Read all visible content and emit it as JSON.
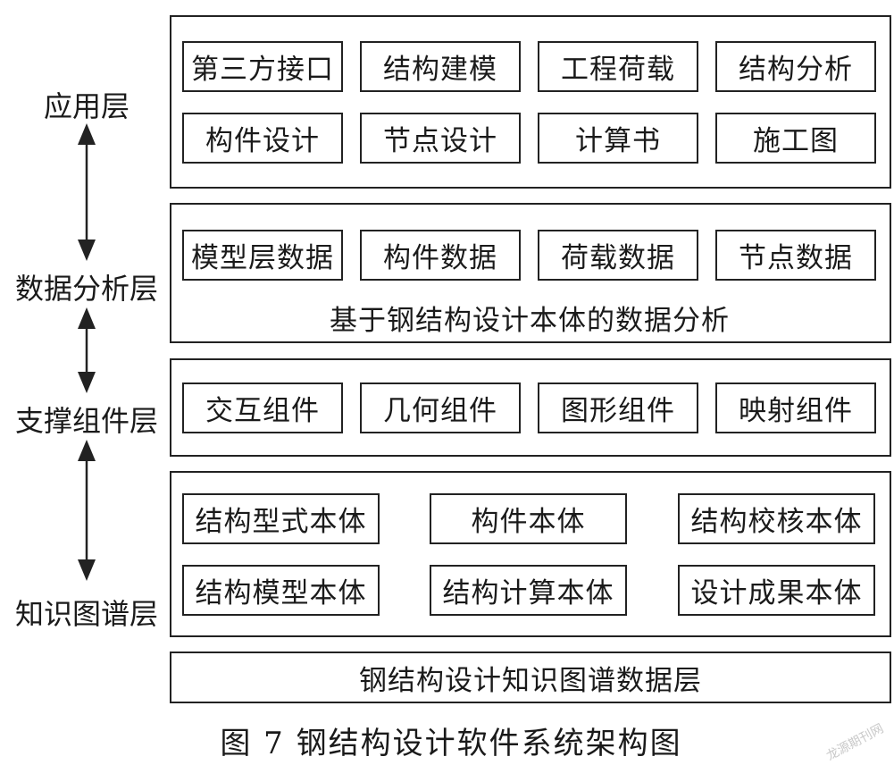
{
  "layers": {
    "application": "应用层",
    "data_analysis": "数据分析层",
    "support_components": "支撑组件层",
    "knowledge_graph": "知识图谱层"
  },
  "application": {
    "row1": [
      "第三方接口",
      "结构建模",
      "工程荷载",
      "结构分析"
    ],
    "row2": [
      "构件设计",
      "节点设计",
      "计算书",
      "施工图"
    ]
  },
  "data_analysis": {
    "items": [
      "模型层数据",
      "构件数据",
      "荷载数据",
      "节点数据"
    ],
    "caption": "基于钢结构设计本体的数据分析"
  },
  "support_components": {
    "items": [
      "交互组件",
      "几何组件",
      "图形组件",
      "映射组件"
    ]
  },
  "knowledge_graph": {
    "row1": [
      "结构型式本体",
      "构件本体",
      "结构校核本体"
    ],
    "row2": [
      "结构模型本体",
      "结构计算本体",
      "设计成果本体"
    ]
  },
  "base_layer": "钢结构设计知识图谱数据层",
  "figure_caption": "图 7   钢结构设计软件系统架构图",
  "watermark": "龙源期刊网"
}
